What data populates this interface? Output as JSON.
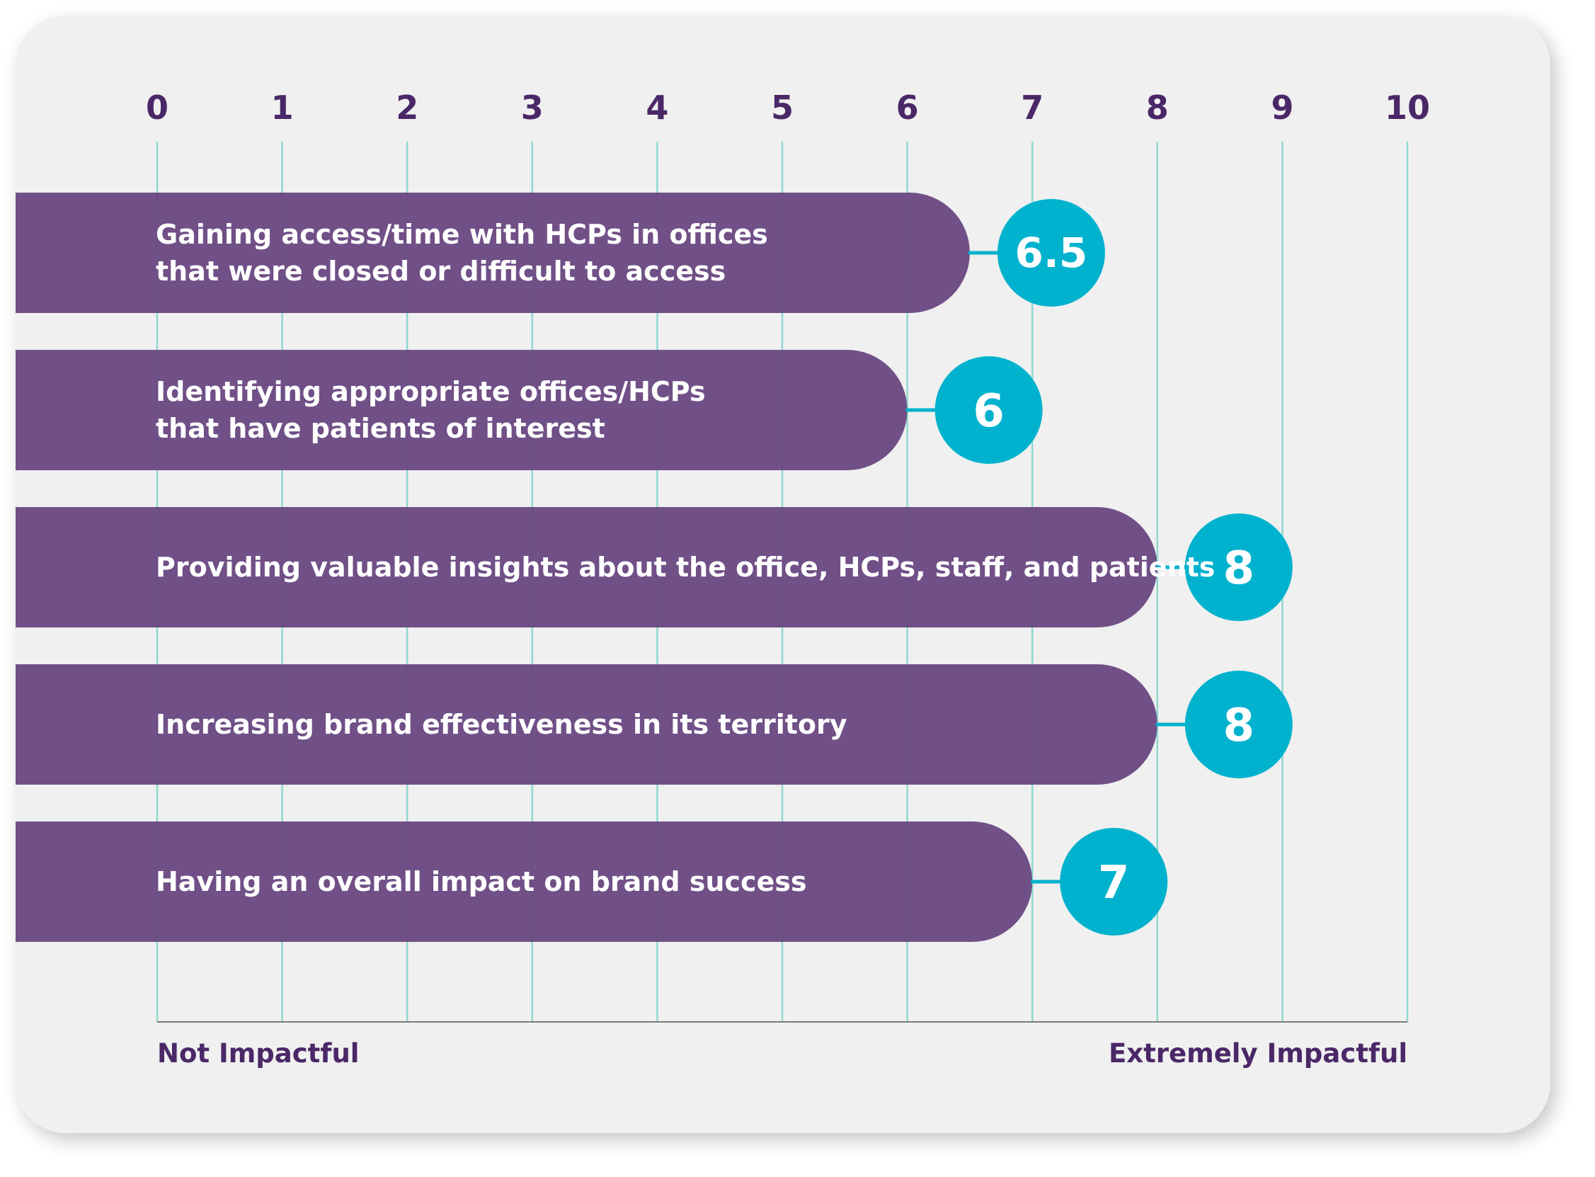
{
  "chart_data": {
    "type": "bar",
    "orientation": "horizontal",
    "categories": [
      [
        "Gaining access/time with HCPs in offices",
        "that were closed or difficult to access"
      ],
      [
        "Identifying appropriate offices/HCPs",
        "that have patients of interest"
      ],
      [
        "Providing valuable insights about the office, HCPs, staff, and patients"
      ],
      [
        "Increasing brand effectiveness in its territory"
      ],
      [
        "Having an overall impact on brand success"
      ]
    ],
    "values": [
      6.5,
      6,
      8,
      8,
      7
    ],
    "value_labels": [
      "6.5",
      "6",
      "8",
      "8",
      "7"
    ],
    "xlim": [
      0,
      10
    ],
    "xticks": [
      0,
      1,
      2,
      3,
      4,
      5,
      6,
      7,
      8,
      9,
      10
    ],
    "xtick_labels": [
      "0",
      "1",
      "2",
      "3",
      "4",
      "5",
      "6",
      "7",
      "8",
      "9",
      "10"
    ],
    "scale_min_label": "Not Impactful",
    "scale_max_label": "Extremely Impactful",
    "grid": true,
    "colors": {
      "bar": "#6a4982",
      "bubble": "#00b2cd",
      "grid": "#8fd8d0",
      "text": "#4a2868",
      "card": "#f0f0f0"
    }
  }
}
